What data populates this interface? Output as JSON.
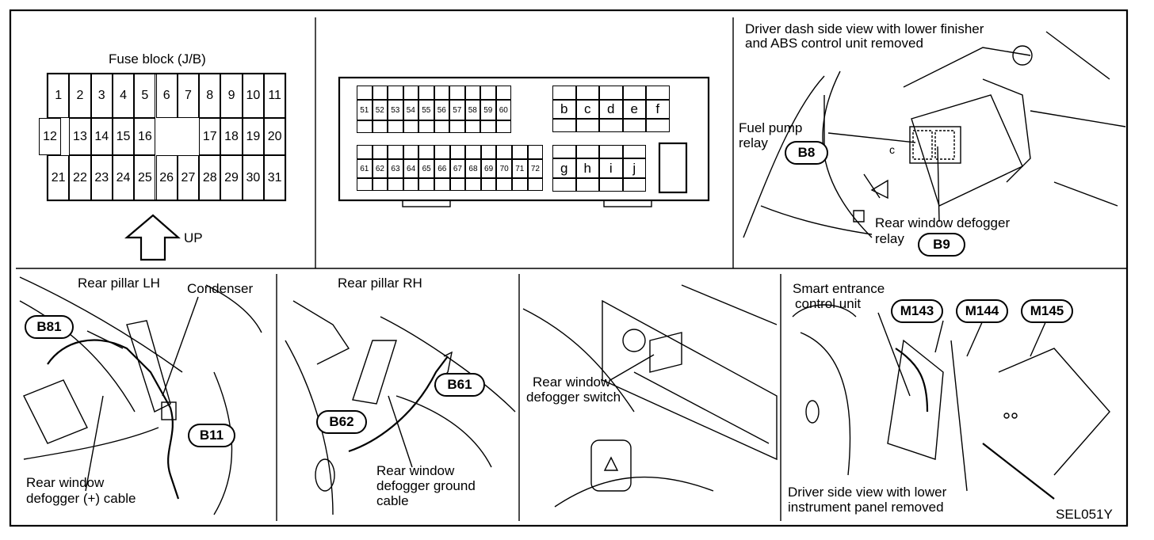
{
  "fuse_block": {
    "title": "Fuse block (J/B)",
    "row1": [
      "1",
      "2",
      "3",
      "4",
      "5",
      "6",
      "7",
      "8",
      "9",
      "10",
      "11"
    ],
    "row2_left": [
      "12",
      "13",
      "14",
      "15",
      "16"
    ],
    "row2_right": [
      "17",
      "18",
      "19",
      "20"
    ],
    "row3": [
      "21",
      "22",
      "23",
      "24",
      "25",
      "26",
      "27",
      "28",
      "29",
      "30",
      "31"
    ],
    "up_label": "UP"
  },
  "relay_box": {
    "row_a": [
      "51",
      "52",
      "53",
      "54",
      "55",
      "56",
      "57",
      "58",
      "59",
      "60"
    ],
    "row_b": [
      "61",
      "62",
      "63",
      "64",
      "65",
      "66",
      "67",
      "68",
      "69",
      "70",
      "71",
      "72"
    ],
    "row_c": [
      "b",
      "c",
      "d",
      "e",
      "f"
    ],
    "row_d": [
      "g",
      "h",
      "i",
      "j"
    ]
  },
  "dash_view": {
    "caption_line1": "Driver dash side view with lower finisher",
    "caption_line2": "and ABS control unit removed",
    "fuel_pump_line1": "Fuel pump",
    "fuel_pump_line2": "relay",
    "fuel_pump_connector": "B8",
    "defogger_relay_line1": "Rear window defogger",
    "defogger_relay_line2": "relay",
    "defogger_relay_connector": "B9",
    "small_letter": "c"
  },
  "pillar_lh": {
    "title": "Rear pillar LH",
    "condenser": "Condenser",
    "connector_top": "B81",
    "connector_bottom": "B11",
    "cable_line1": "Rear window",
    "cable_line2": "defogger (+) cable"
  },
  "pillar_rh": {
    "title": "Rear pillar RH",
    "connector_a": "B61",
    "connector_b": "B62",
    "cable_line1": "Rear window",
    "cable_line2": "defogger ground",
    "cable_line3": "cable"
  },
  "switch_view": {
    "label_line1": "Rear window",
    "label_line2": "defogger switch"
  },
  "smart_view": {
    "label_line1": "Smart entrance",
    "label_line2": "control unit",
    "connectors": [
      "M143",
      "M144",
      "M145"
    ],
    "caption_line1": "Driver side view with lower",
    "caption_line2": "instrument panel removed"
  },
  "figure_code": "SEL051Y"
}
